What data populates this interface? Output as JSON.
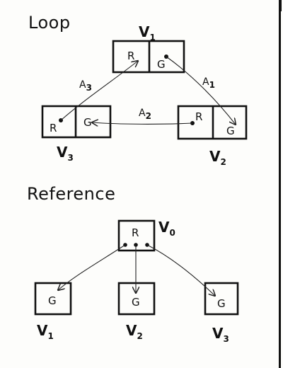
{
  "sections": {
    "loop_title": "Loop",
    "reference_title": "Reference"
  },
  "loop": {
    "v1": {
      "name": "V",
      "sub": "1",
      "left": "R",
      "right": "G"
    },
    "v2": {
      "name": "V",
      "sub": "2",
      "left": "R",
      "right": "G"
    },
    "v3": {
      "name": "V",
      "sub": "3",
      "left": "R",
      "right": "G"
    },
    "edges": [
      {
        "from": "V1.G",
        "to": "V2.G",
        "label": "A",
        "sub": "1"
      },
      {
        "from": "V2.R",
        "to": "V3.G",
        "label": "A",
        "sub": "2"
      },
      {
        "from": "V3.R",
        "to": "V1.R",
        "label": "A",
        "sub": "3"
      }
    ]
  },
  "reference": {
    "v0": {
      "name": "V",
      "sub": "0",
      "cell": "R"
    },
    "children": [
      {
        "name": "V",
        "sub": "1",
        "cell": "G"
      },
      {
        "name": "V",
        "sub": "2",
        "cell": "G"
      },
      {
        "name": "V",
        "sub": "3",
        "cell": "G"
      }
    ]
  }
}
